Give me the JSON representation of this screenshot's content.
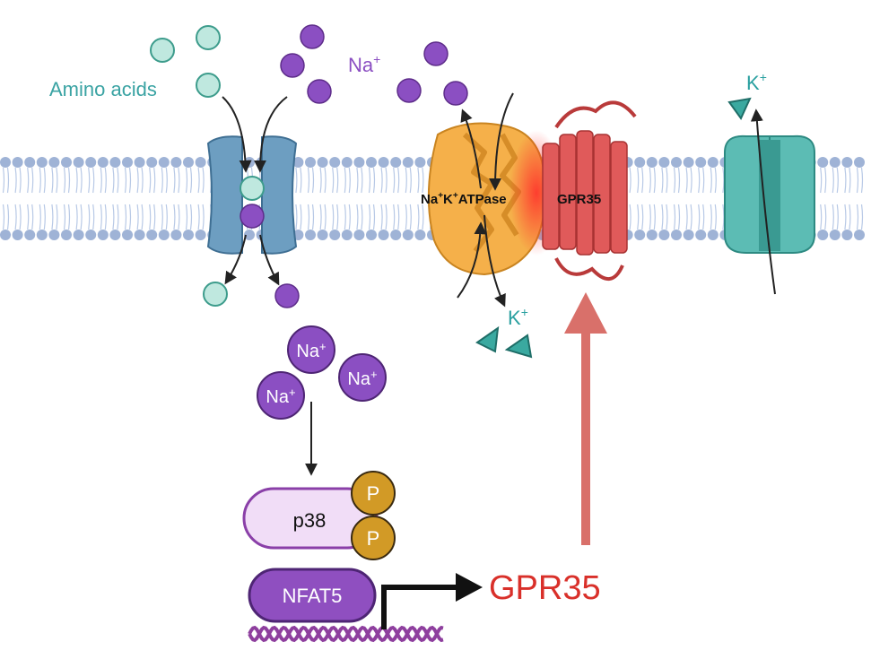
{
  "labels": {
    "amino_acids": "Amino acids",
    "na_top": "Na",
    "na_top_sup": "+",
    "k_top_right": "K",
    "k_top_right_sup": "+",
    "k_bottom": "K",
    "k_bottom_sup": "+",
    "pump_na": "Na",
    "pump_k": "K",
    "pump_sup": "+",
    "pump_rest": "ATPase",
    "gpr35_receptor": "GPR35",
    "ion_na": "Na",
    "ion_na_sup": "+",
    "p38": "p38",
    "phospho": "P",
    "nfat5": "NFAT5",
    "gpr35_gene": "GPR35"
  },
  "colors": {
    "membrane_head": "#9fb3d6",
    "membrane_tail": "#b8c9e6",
    "teal_particle_fill": "#bfe8df",
    "teal_particle_stroke": "#3d9c8c",
    "purple_particle": "#8b4fc2",
    "symporter": "#6d9ec1",
    "pump": "#f5b04a",
    "gpr35_receptor": "#e05a5a",
    "k_channel": "#5cbcb4",
    "k_triangle": "#3aa9a0",
    "p38_fill": "#f1ddf7",
    "p38_stroke": "#8a3fa8",
    "phospho_fill": "#d29a26",
    "nfat5_fill": "#8f4fc0",
    "dna": "#8e3f9e",
    "arrow": "#222222",
    "upregulation_arrow": "#d9706a",
    "gene_text": "#d9302a"
  }
}
